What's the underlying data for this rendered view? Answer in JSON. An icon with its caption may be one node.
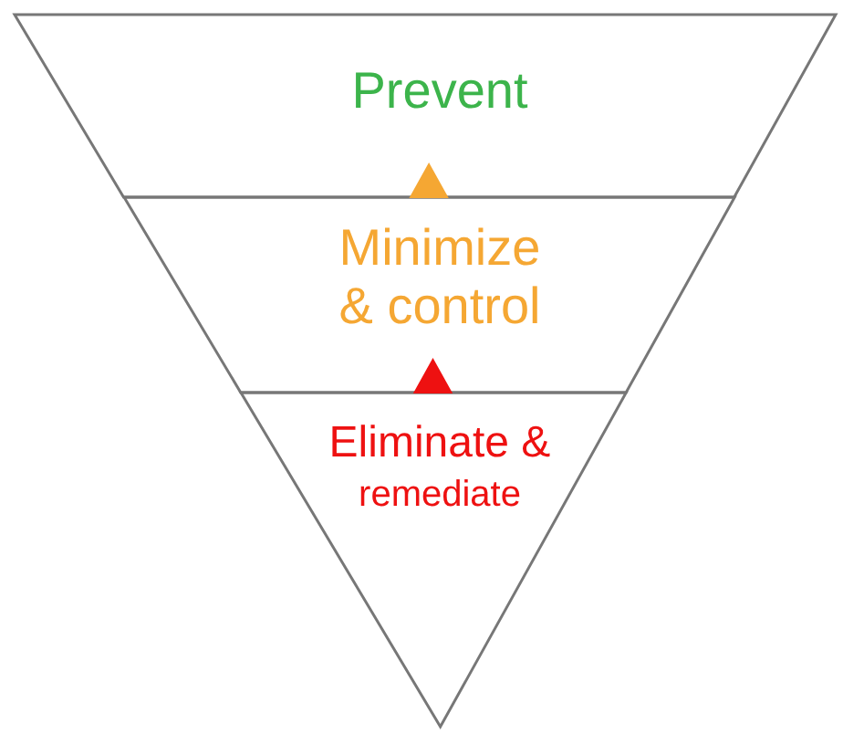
{
  "diagram": {
    "nodes": [
      {
        "text": [
          "Prevent"
        ]
      },
      {
        "text": [
          "Minimize & control"
        ]
      },
      {
        "text": [
          "Eliminate &",
          "remediate"
        ]
      }
    ],
    "edges": [
      {
        "from": 1,
        "to": 0,
        "arrow": "to",
        "color": "#f5a733"
      },
      {
        "from": 2,
        "to": 1,
        "arrow": "to",
        "color": "#ee1111"
      }
    ]
  }
}
